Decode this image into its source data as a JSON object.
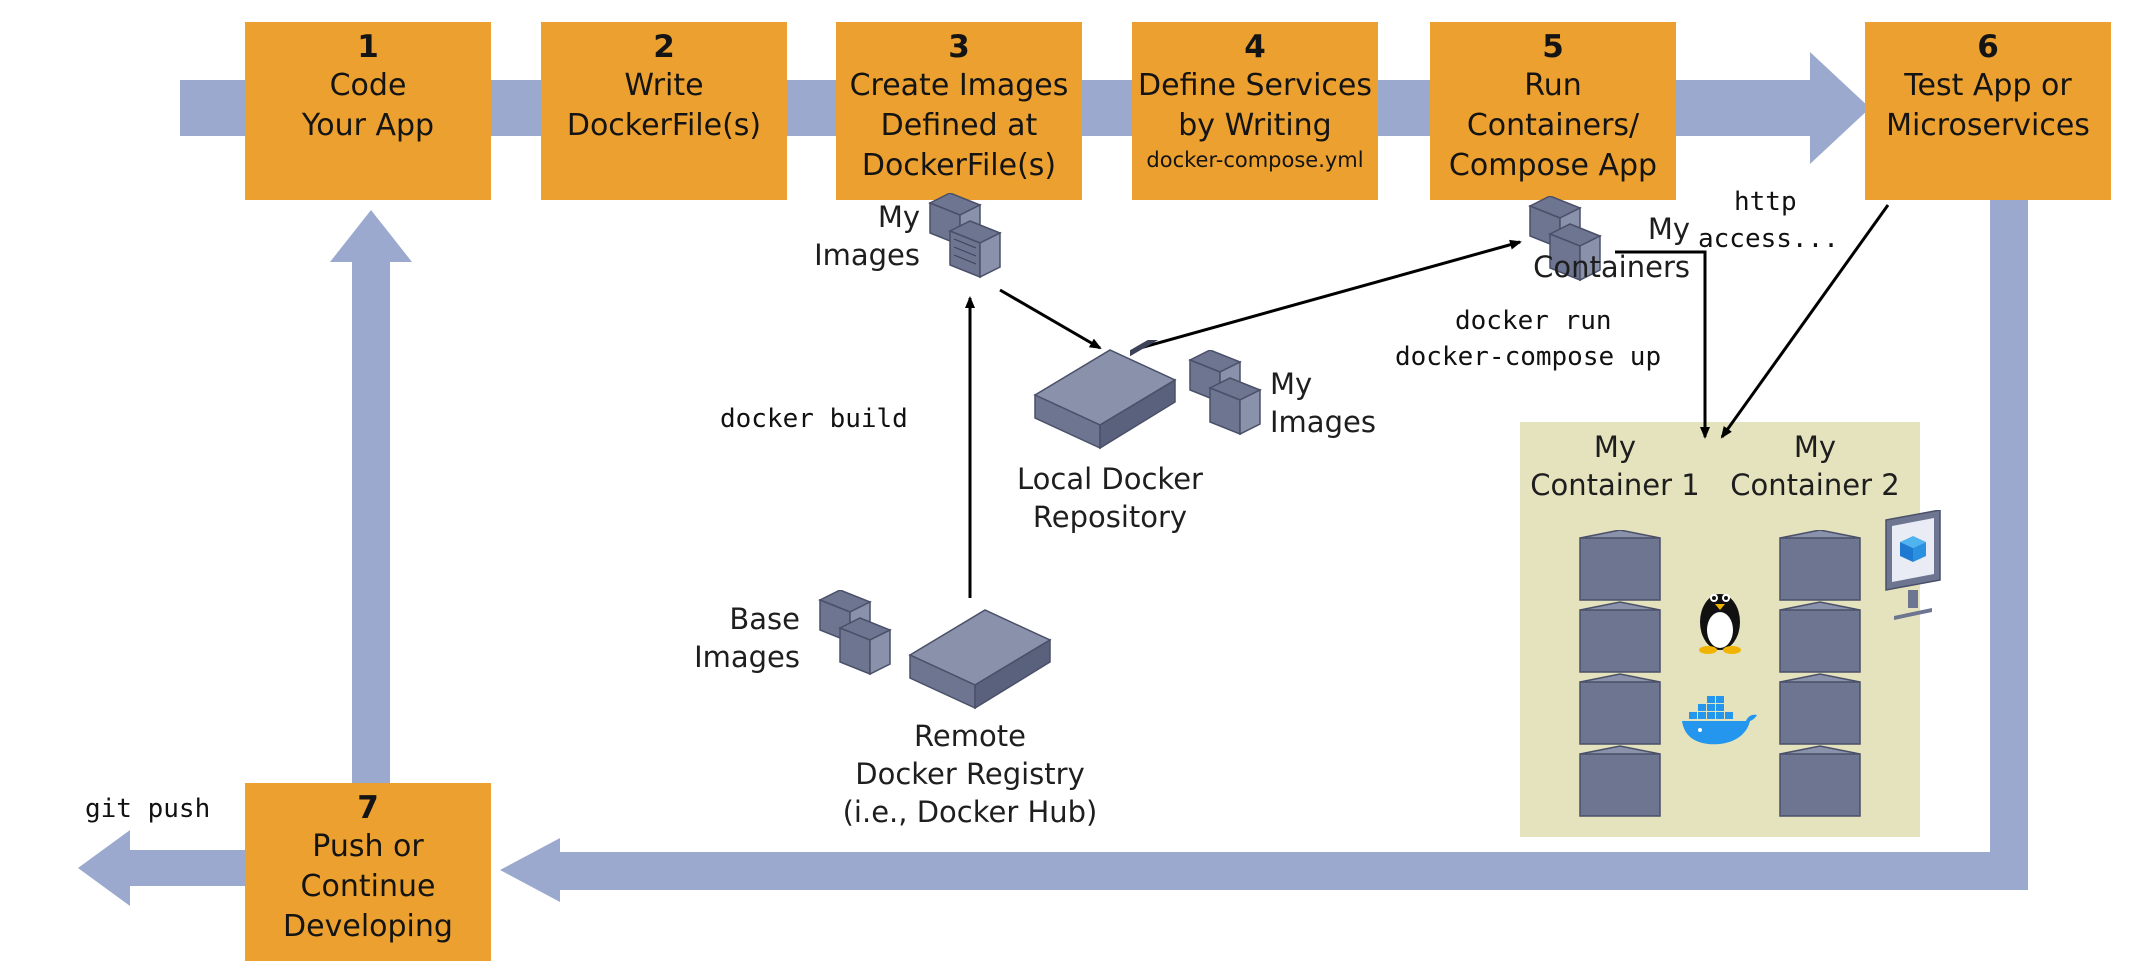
{
  "steps": [
    {
      "num": "1",
      "lines": [
        "Code",
        "Your App"
      ]
    },
    {
      "num": "2",
      "lines": [
        "Write",
        "DockerFile(s)"
      ]
    },
    {
      "num": "3",
      "lines": [
        "Create Images",
        "Defined at",
        "DockerFile(s)"
      ]
    },
    {
      "num": "4",
      "lines": [
        "Define Services",
        "by Writing"
      ],
      "small": "docker-compose.yml"
    },
    {
      "num": "5",
      "lines": [
        "Run",
        "Containers/",
        "Compose App"
      ]
    },
    {
      "num": "6",
      "lines": [
        "Test App or",
        "Microservices"
      ]
    },
    {
      "num": "7",
      "lines": [
        "Push or",
        "Continue",
        "Developing"
      ]
    }
  ],
  "labels": {
    "my_images_top": [
      "My",
      "Images"
    ],
    "my_images_local": [
      "My",
      "Images"
    ],
    "local_repo": [
      "Local Docker",
      "Repository"
    ],
    "base_images": [
      "Base",
      "Images"
    ],
    "remote_registry": [
      "Remote",
      "Docker Registry",
      "(i.e., Docker Hub)"
    ],
    "my_containers": [
      "My",
      "Containers"
    ],
    "container1": [
      "My",
      "Container 1"
    ],
    "container2": [
      "My",
      "Container 2"
    ]
  },
  "commands": {
    "docker_build": "docker build",
    "docker_run": "docker run",
    "compose_up": "docker-compose up",
    "http_1": "http",
    "http_2": "access...",
    "git_push": "git push"
  },
  "colors": {
    "step_fill": "#eba02f",
    "flow_arrow": "#9ba9cf",
    "panel_fill": "#e5e3bd",
    "server": "#6d7591"
  },
  "icons": [
    "linux-penguin-icon",
    "docker-whale-icon",
    "monitor-cube-icon",
    "server-stack-icon",
    "server-box-icon"
  ]
}
